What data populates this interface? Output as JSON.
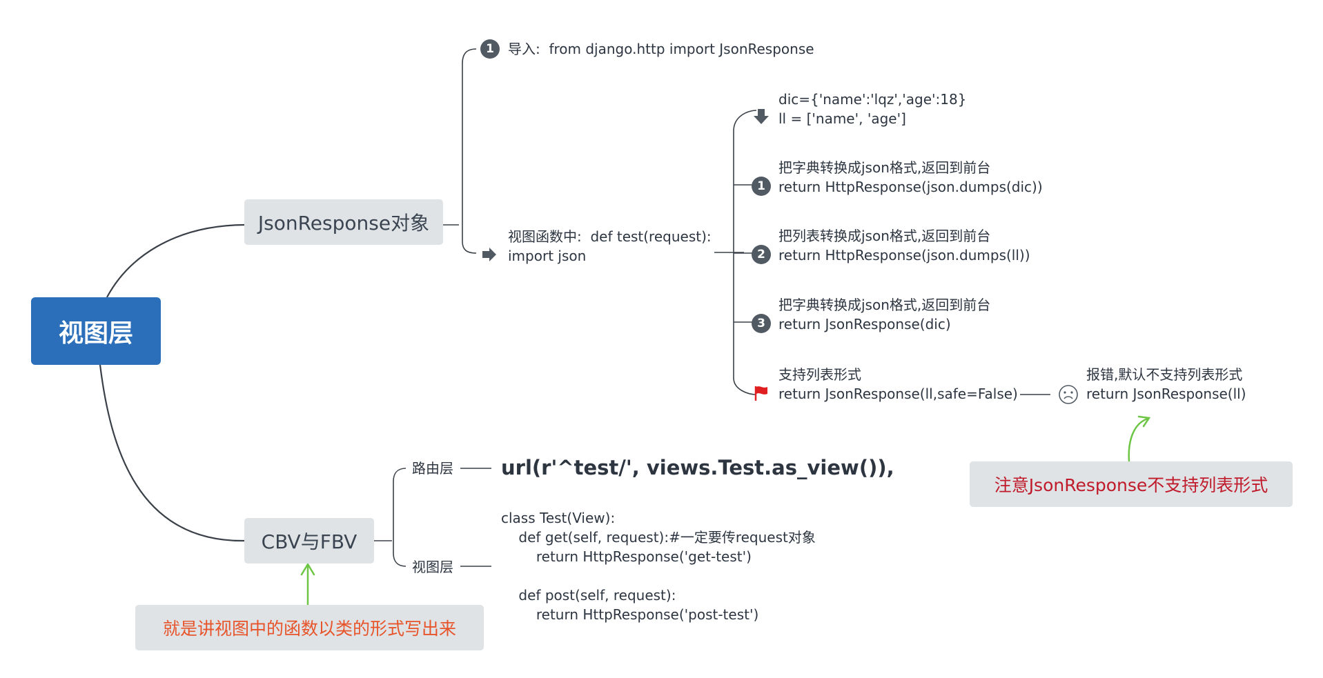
{
  "root": {
    "label": "视图层"
  },
  "json_topic": {
    "label": "JsonResponse对象",
    "import_item": {
      "marker": "1",
      "text": "导入:  from django.http import JsonResponse"
    },
    "view_item": {
      "line1": "视图函数中:  def test(request):",
      "line2": "import json",
      "icon": "arrow-right-icon"
    },
    "children": [
      {
        "icon": "arrow-down-icon",
        "line1": "dic={'name':'lqz','age':18}",
        "line2": "ll = ['name', 'age']"
      },
      {
        "marker": "1",
        "line1": "把字典转换成json格式,返回到前台",
        "line2": "return HttpResponse(json.dumps(dic))"
      },
      {
        "marker": "2",
        "line1": "把列表转换成json格式,返回到前台",
        "line2": "return HttpResponse(json.dumps(ll))"
      },
      {
        "marker": "3",
        "line1": "把字典转换成json格式,返回到前台",
        "line2": "return JsonResponse(dic)"
      },
      {
        "icon": "red-flag-icon",
        "line1": "支持列表形式",
        "line2": "return JsonResponse(ll,safe=False)"
      }
    ],
    "error_item": {
      "icon": "sad-face-icon",
      "line1": "报错,默认不支持列表形式",
      "line2": "return JsonResponse(ll)"
    }
  },
  "cbv_topic": {
    "label": "CBV与FBV",
    "route_label": "路由层",
    "route_code": "url(r'^test/', views.Test.as_view()),",
    "view_label": "视图层",
    "view_code": [
      "class Test(View):",
      "    def get(self, request):#一定要传request对象",
      "        return HttpResponse('get-test')",
      "",
      "    def post(self, request):",
      "        return HttpResponse('post-test')"
    ]
  },
  "callouts": {
    "json_note": "注意JsonResponse不支持列表形式",
    "cbv_note": "就是讲视图中的函数以类的形式写出来"
  },
  "colors": {
    "root": "#2b6fba",
    "topic_bg": "#dfe3e6",
    "line": "#3a4048",
    "marker": "#515a63",
    "json_note_text": "#c01a2a",
    "cbv_note_text": "#e8542a",
    "arrow_green": "#6cc644",
    "flag_red": "#e02020"
  }
}
